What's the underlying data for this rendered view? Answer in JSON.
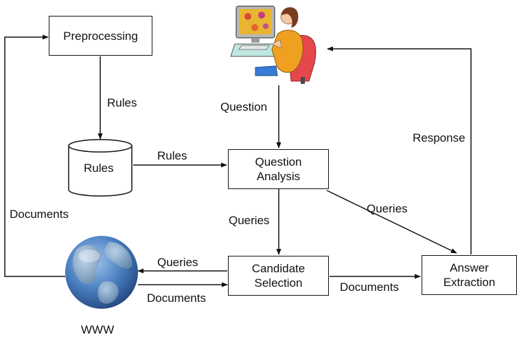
{
  "nodes": {
    "preprocessing": "Preprocessing",
    "rules_store": "Rules",
    "question_analysis": "Question\nAnalysis",
    "candidate_selection": "Candidate\nSelection",
    "answer_extraction": "Answer\nExtraction",
    "www": "WWW"
  },
  "edges": {
    "preprocessing_to_rules": "Rules",
    "rules_to_question_analysis": "Rules",
    "user_to_question_analysis": "Question",
    "answer_to_user": "Response",
    "qa_to_candidate": "Queries",
    "qa_to_answer": "Queries",
    "candidate_to_www": "Queries",
    "www_to_candidate": "Documents",
    "candidate_to_answer": "Documents",
    "www_to_preprocessing": "Documents"
  },
  "icons": {
    "user": "user-at-computer-icon",
    "globe": "globe-icon"
  }
}
